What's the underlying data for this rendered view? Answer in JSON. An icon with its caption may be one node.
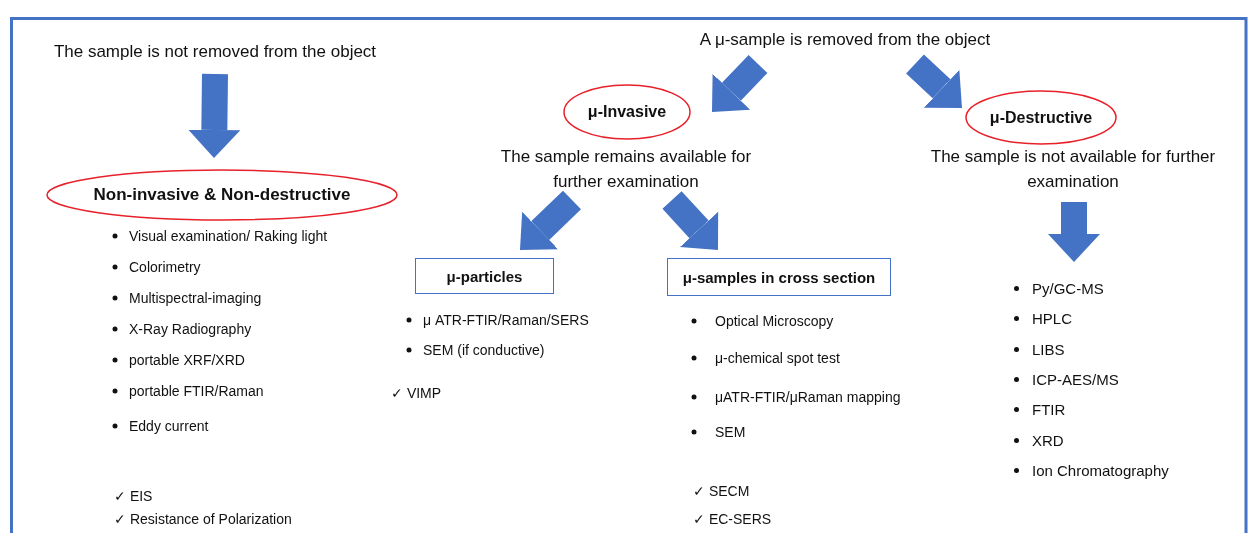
{
  "diagram": {
    "nodes": [
      {
        "text": [
          "The sample is not removed from the object"
        ]
      },
      {
        "text": [
          "Non-invasive & Non-destructive"
        ]
      },
      {
        "text": [
          "A μ-sample is removed from the object"
        ]
      },
      {
        "text": [
          "μ-Invasive"
        ]
      },
      {
        "text": [
          "The sample remains available for further examination"
        ]
      },
      {
        "text": [
          "μ-Destructive"
        ]
      },
      {
        "text": [
          "The sample is not available for further examination"
        ]
      },
      {
        "text": [
          "μ-particles"
        ]
      },
      {
        "text": [
          "μ-samples in cross section"
        ]
      },
      {
        "text": [
          "Py/GC-MS",
          "HPLC",
          "LIBS",
          "ICP-AES/MS",
          "FTIR",
          "XRD",
          "Ion Chromatography"
        ]
      }
    ],
    "edges": [
      {
        "from": 0,
        "to": 1,
        "arrow": "to"
      },
      {
        "from": 2,
        "to": 3,
        "arrow": "to"
      },
      {
        "from": 2,
        "to": 5,
        "arrow": "to"
      },
      {
        "from": 4,
        "to": 7,
        "arrow": "to"
      },
      {
        "from": 4,
        "to": 8,
        "arrow": "to"
      },
      {
        "from": 6,
        "to": 9,
        "arrow": "to"
      }
    ],
    "labels": [
      "Visual examination/ Raking light",
      "Colorimetry",
      "Multispectral-imaging",
      "X-Ray Radiography",
      "portable XRF/XRD",
      "portable FTIR/Raman",
      "Eddy current",
      "✓ EIS",
      "✓ Resistance of Polarization",
      "μ ATR-FTIR/Raman/SERS",
      "SEM (if conductive)",
      "✓ VIMP",
      "Optical Microscopy",
      "μ-chemical spot test",
      "μATR-FTIR/μRaman mapping",
      "SEM",
      "✓ SECM",
      "✓ EC-SERS"
    ]
  }
}
